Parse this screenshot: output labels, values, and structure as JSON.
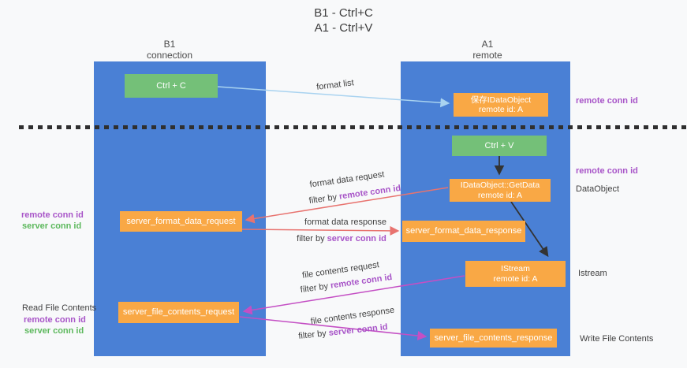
{
  "title": {
    "line1": "B1 - Ctrl+C",
    "line2": "A1 - Ctrl+V"
  },
  "columns": {
    "left": {
      "header_line1": "B1",
      "header_line2": "connection"
    },
    "right": {
      "header_line1": "A1",
      "header_line2": "remote"
    }
  },
  "nodes": {
    "ctrl_c": "Ctrl + C",
    "ctrl_v": "Ctrl + V",
    "save_dataobject": {
      "line1": "保存IDataObject",
      "line2": "remote id: A"
    },
    "getdata": {
      "line1": "IDataObject::GetData",
      "line2": "remote id: A"
    },
    "istream": {
      "line1": "IStream",
      "line2": "remote id: A"
    },
    "server_format_data_request": "server_format_data_request",
    "server_format_data_response": "server_format_data_response",
    "server_file_contents_request": "server_file_contents_request",
    "server_file_contents_response": "server_file_contents_response"
  },
  "side_labels": {
    "remote_conn_id_top": "remote conn id",
    "remote_conn_id_mid": "remote conn id",
    "dataobject": "DataObject",
    "istream": "Istream",
    "write_file_contents": "Write File Contents",
    "read_file_contents": "Read File Contents",
    "left_remote_conn_id_1": "remote conn id",
    "left_server_conn_id_1": "server conn id",
    "left_remote_conn_id_2": "remote conn id",
    "left_server_conn_id_2": "server conn id"
  },
  "flow_labels": {
    "format_list": "format list",
    "format_data_request": "format data request",
    "filter_by_1_prefix": "filter by ",
    "filter_by_1_id": "remote conn id",
    "format_data_response": "format data response",
    "filter_by_2_prefix": "filter by ",
    "filter_by_2_id": "server conn id",
    "file_contents_request": "file contents request",
    "filter_by_3_prefix": "filter by ",
    "filter_by_3_id": "remote conn id",
    "file_contents_response": "file contents response",
    "filter_by_4_prefix": "filter by ",
    "filter_by_4_id": "server conn id"
  },
  "colors": {
    "column_blue": "#4a80d5",
    "box_orange": "#f9a845",
    "box_green": "#74c078",
    "arrow_blue": "#a9d3f0",
    "arrow_salmon": "#e8736f",
    "arrow_magenta": "#c44fc4",
    "label_purple": "#a855c8",
    "label_green": "#5cb85c",
    "text_dark": "#404040",
    "line_dark": "#2f2f2f",
    "bg": "#f8f9fa"
  }
}
